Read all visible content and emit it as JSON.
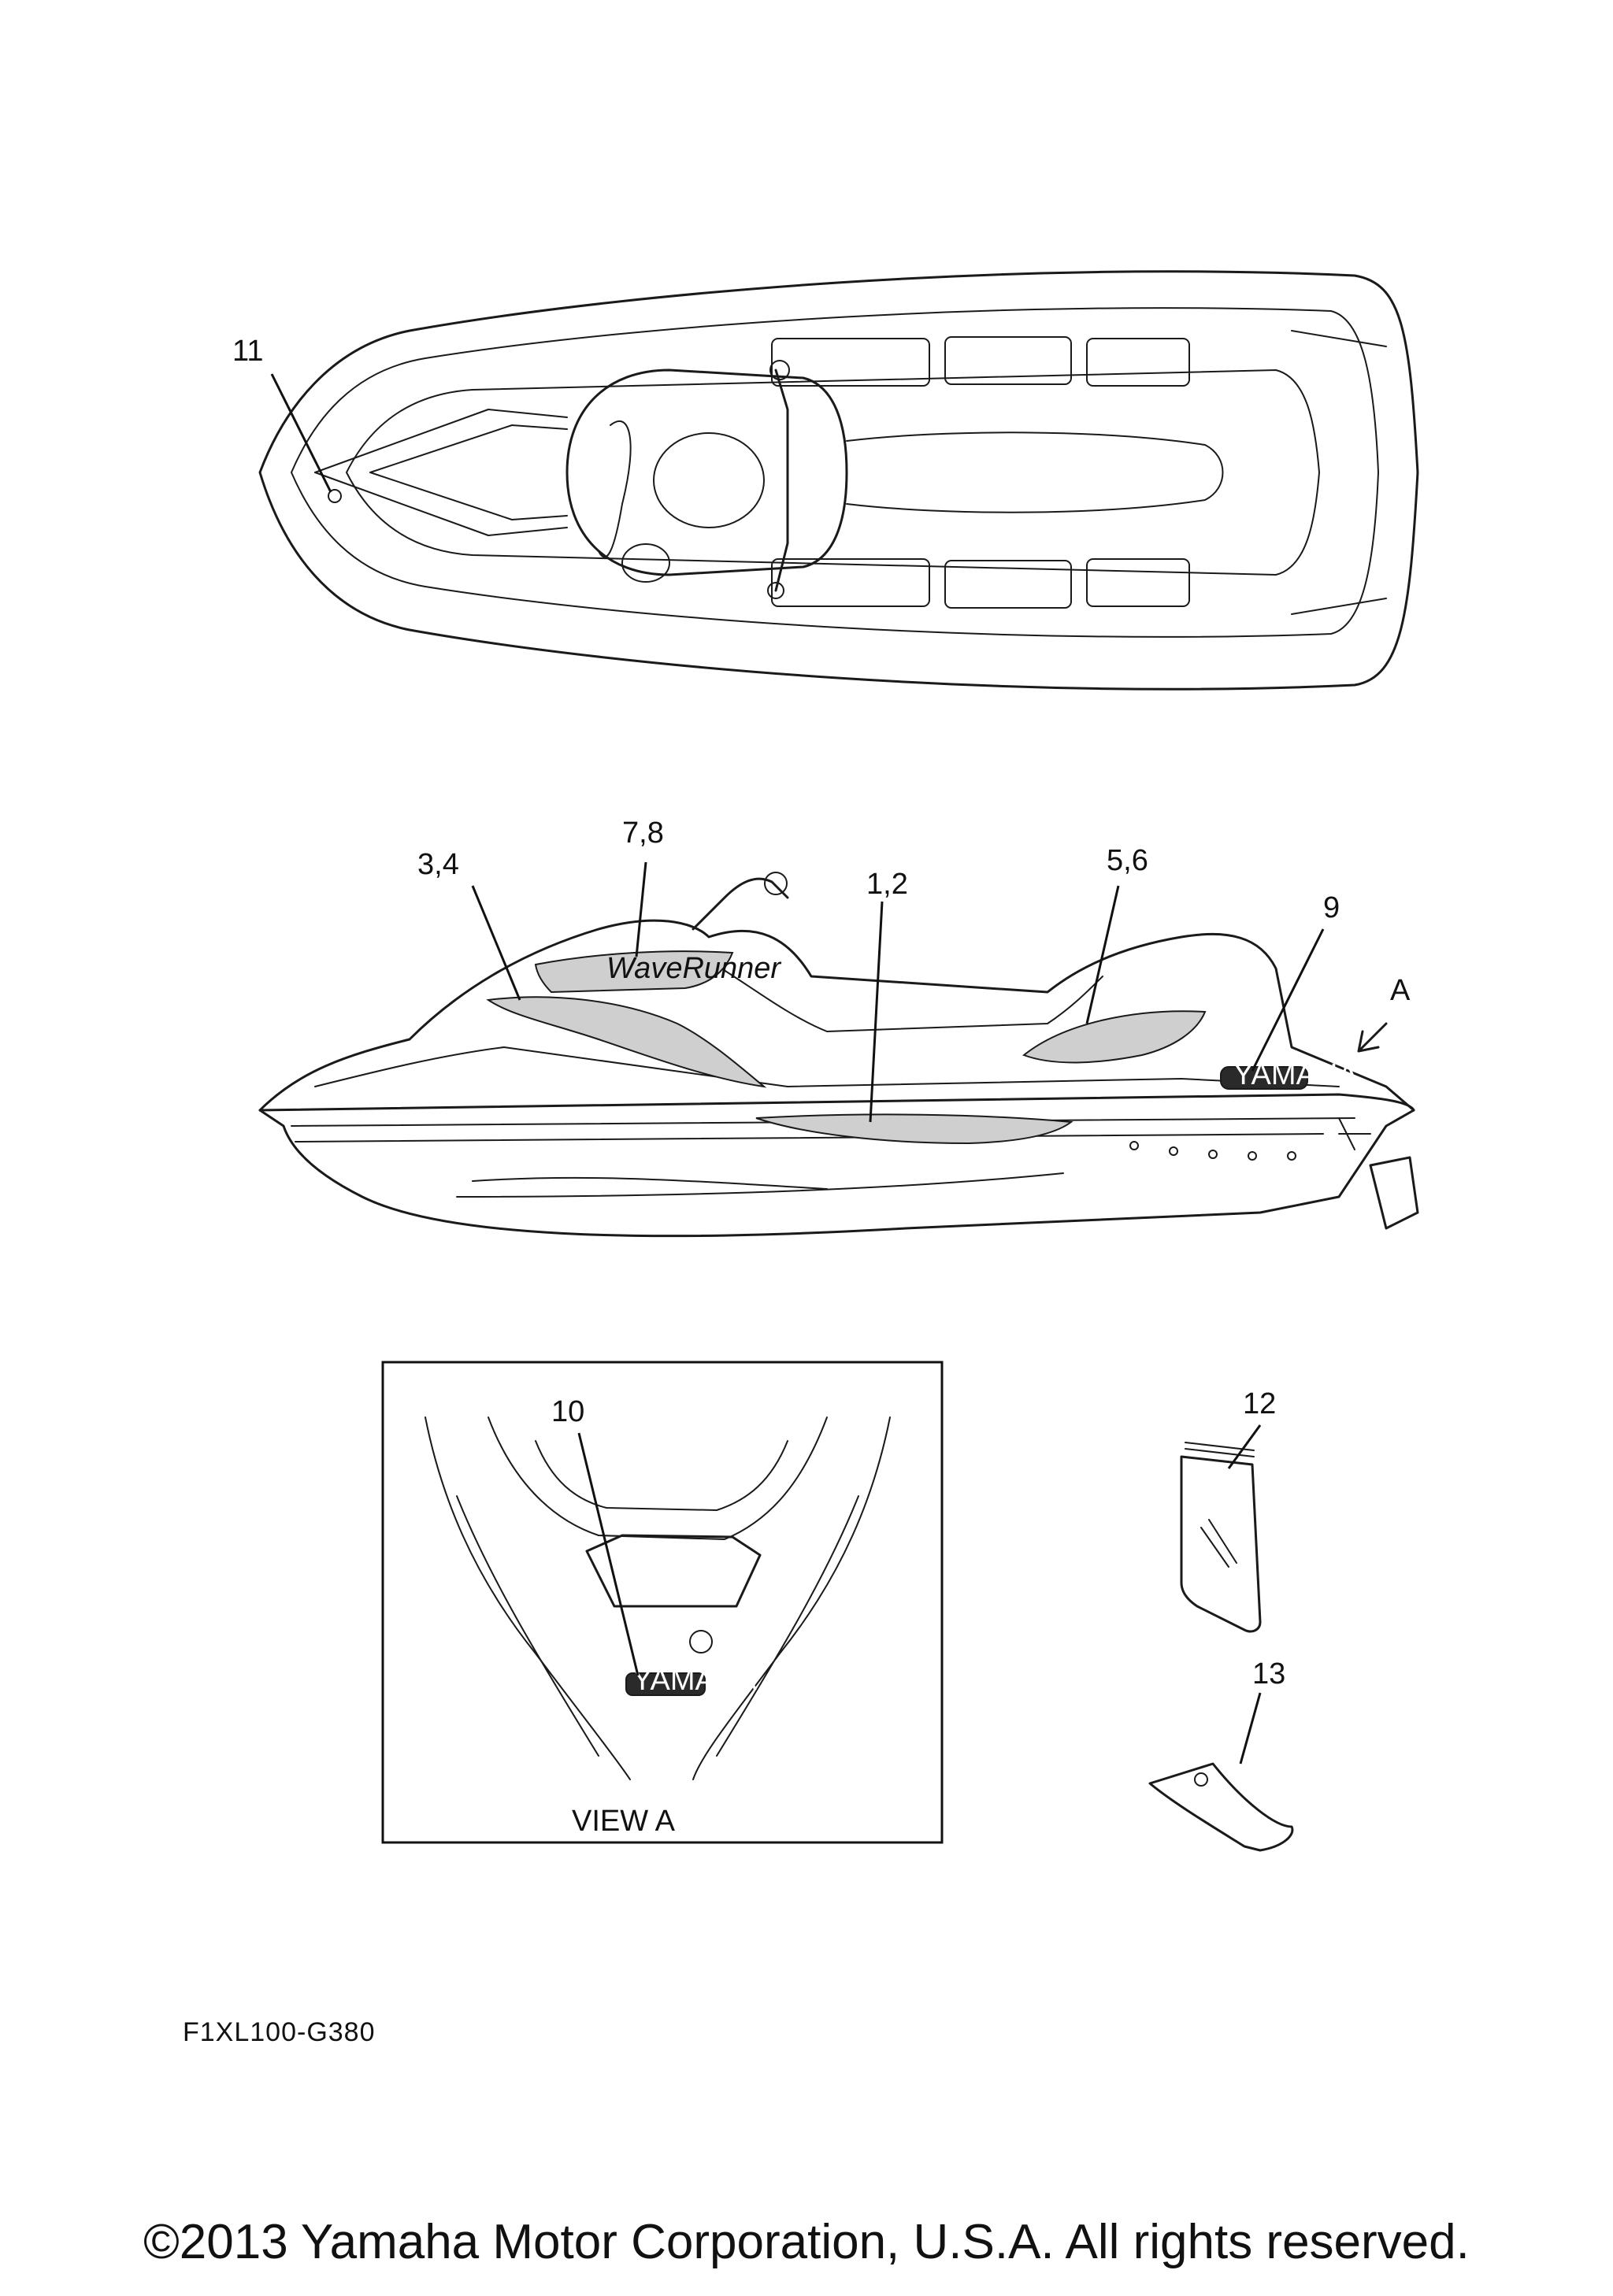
{
  "callouts": {
    "c11": "11",
    "c78": "7,8",
    "c34": "3,4",
    "c12_side": "1,2",
    "c56": "5,6",
    "c9": "9",
    "cA": "A",
    "c10": "10",
    "c12": "12",
    "c13": "13"
  },
  "decals": {
    "yamaha_side": "YAMAHA",
    "yamaha_rear": "YAMAHA",
    "model_script": "WaveRunner"
  },
  "view_a": {
    "label": "VIEW A"
  },
  "diagram_code": "F1XL100-G380",
  "footer": {
    "copyright": "©2013 Yamaha Motor Corporation, U.S.A. All rights reserved."
  }
}
